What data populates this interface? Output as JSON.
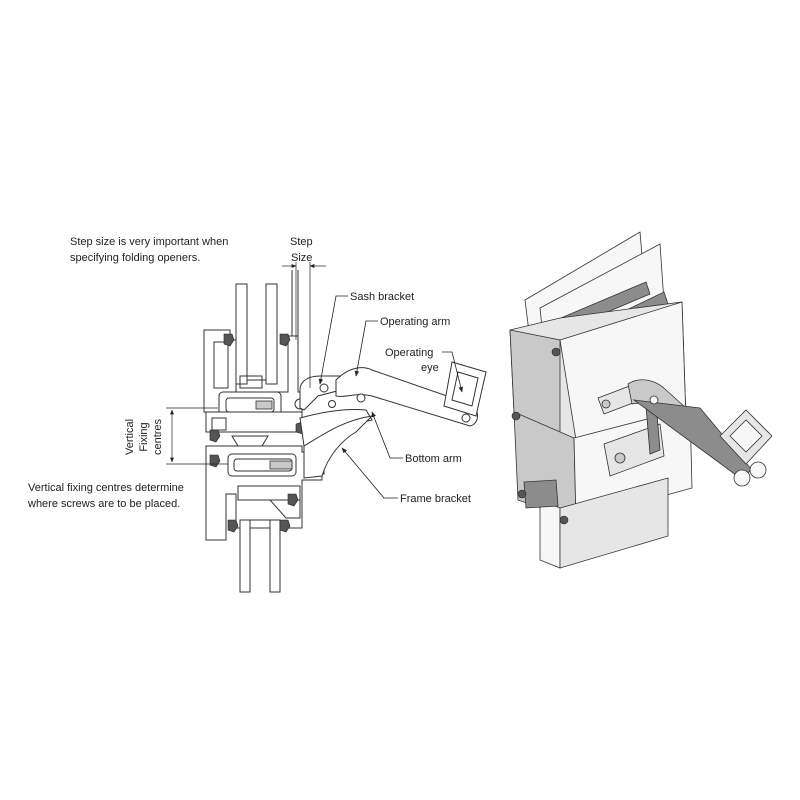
{
  "notes": {
    "step_line1": "Step size is very important when",
    "step_line2": "specifying folding openers.",
    "fixing_line1": "Vertical fixing centres determine",
    "fixing_line2": "where screws are to be placed."
  },
  "dimensions": {
    "step_line1": "Step",
    "step_line2": "Size",
    "vertical_line1": "Vertical",
    "vertical_line2": "Fixing",
    "vertical_line3": "centres"
  },
  "callouts": {
    "sash_bracket": "Sash bracket",
    "operating_arm": "Operating arm",
    "operating_eye_line1": "Operating",
    "operating_eye_line2": "eye",
    "bottom_arm": "Bottom arm",
    "frame_bracket": "Frame bracket"
  },
  "colors": {
    "line": "#333333",
    "gasket": "#555555",
    "shade_light": "#e6e6e6",
    "shade_dark": "#8c8c8c"
  }
}
